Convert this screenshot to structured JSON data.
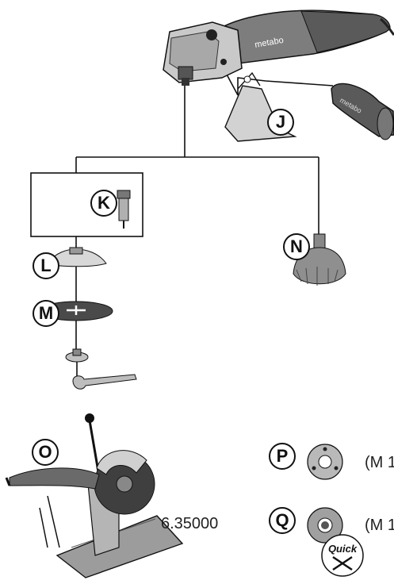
{
  "grinder": {
    "brand": "metabo"
  },
  "handle": {
    "brand": "metabo"
  },
  "callouts": {
    "J": "J",
    "K": "K",
    "L": "L",
    "M": "M",
    "N": "N",
    "O": "O",
    "P": "P",
    "Q": "Q"
  },
  "cut_off_stand": {
    "order_number": "6.35000"
  },
  "clamping_nut": {
    "thread": "(M 1"
  },
  "quick_nut": {
    "thread": "(M 1",
    "logo_text": "Quick"
  },
  "colors": {
    "line": "#111111",
    "metal": "#c9c9c9",
    "dark": "#3a3a3a",
    "disc": "#4a4a4a"
  }
}
